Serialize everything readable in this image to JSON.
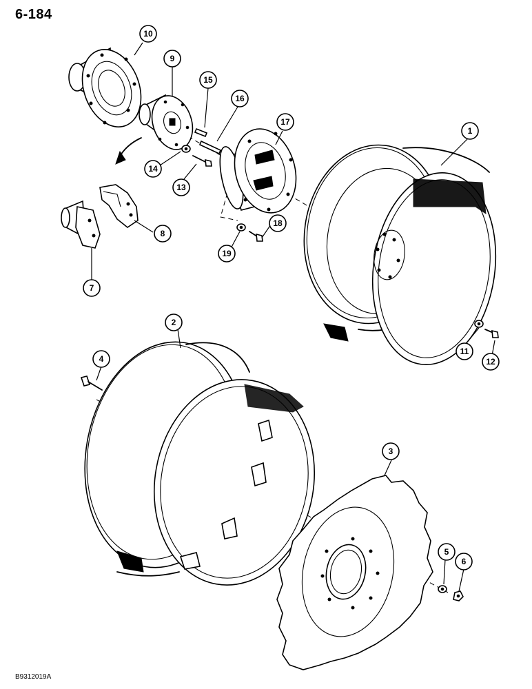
{
  "page_number": "6-184",
  "figure_code": "B9312019A",
  "callouts": [
    "1",
    "2",
    "3",
    "4",
    "5",
    "6",
    "7",
    "8",
    "9",
    "10",
    "11",
    "12",
    "13",
    "14",
    "15",
    "16",
    "17",
    "18",
    "19"
  ]
}
